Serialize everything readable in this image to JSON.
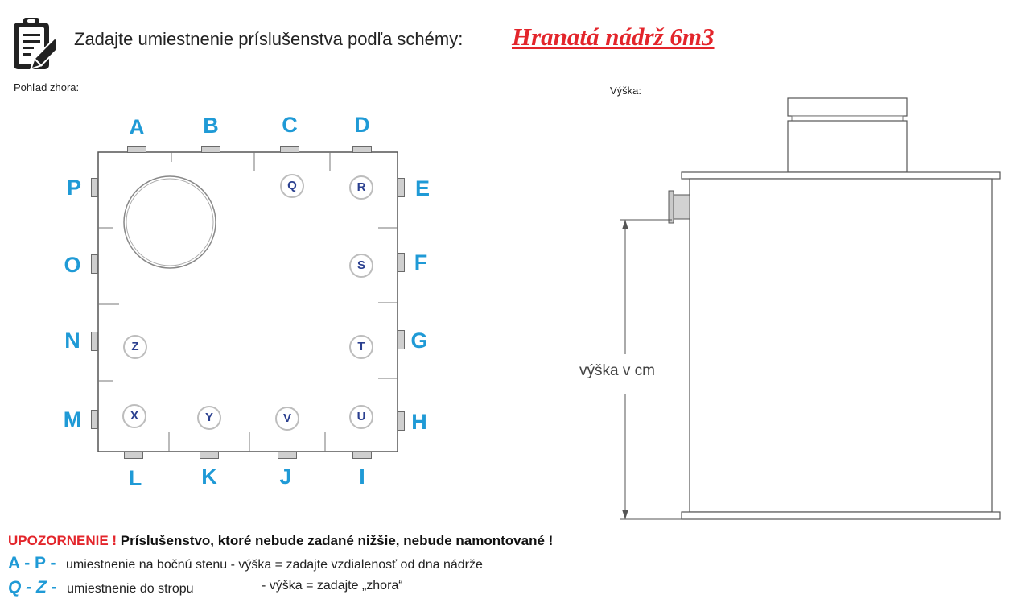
{
  "header": {
    "text": "Zadajte umiestnenie príslušenstva podľa schémy:",
    "tank_name": "Hranatá nádrž 6m3",
    "icon": "clipboard-edit-icon"
  },
  "top_view": {
    "label": "Pohľad zhora:",
    "side_letters": {
      "top": [
        "A",
        "B",
        "C",
        "D"
      ],
      "right": [
        "E",
        "F",
        "G",
        "H"
      ],
      "bottom": [
        "L",
        "K",
        "J",
        "I"
      ],
      "left": [
        "P",
        "O",
        "N",
        "M"
      ]
    },
    "roof_positions": [
      "Q",
      "R",
      "S",
      "T",
      "U",
      "V",
      "Y",
      "X",
      "Z"
    ]
  },
  "side_view": {
    "label": "Výška:",
    "dimension_label": "výška v cm"
  },
  "notice": {
    "warning": "UPOZORNENIE !",
    "text": "Príslušenstvo, ktoré nebude zadané nižšie, nebude namontované !"
  },
  "legend": [
    {
      "key": "A - P -",
      "placement": "umiestnenie na bočnú stenu",
      "height": "- výška = zadajte vzdialenosť od dna nádrže"
    },
    {
      "key": "Q - Z -",
      "placement": "umiestnenie do stropu",
      "height": "- výška = zadajte „zhora“"
    }
  ],
  "colors": {
    "accent_blue": "#1f9ad6",
    "warning_red": "#e3252b",
    "roof_letter": "#2a3f8f"
  }
}
